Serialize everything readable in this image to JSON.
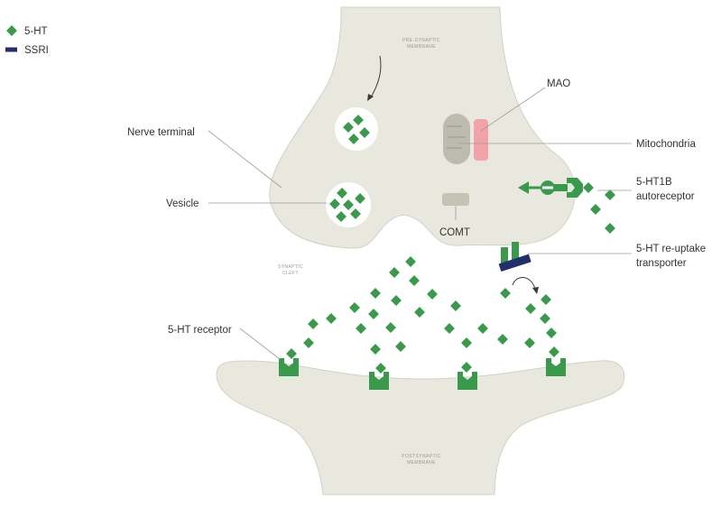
{
  "legend": {
    "serotonin": "5-HT",
    "ssri": "SSRI"
  },
  "labels": {
    "presynaptic_membrane_line1": "PRE-SYNAPTIC",
    "presynaptic_membrane_line2": "MEMBRANE",
    "nerve_terminal": "Nerve terminal",
    "vesicle": "Vesicle",
    "mao": "MAO",
    "mitochondria": "Mitochondria",
    "comt": "COMT",
    "autoreceptor_line1": "5-HT1B",
    "autoreceptor_line2": "autoreceptor",
    "transporter_line1": "5-HT re-uptake",
    "transporter_line2": "transporter",
    "synaptic_cleft_line1": "SYNAPTIC",
    "synaptic_cleft_line2": "CLEFT",
    "receptor": "5-HT receptor",
    "postsynaptic_membrane_line1": "POSTSYNAPTIC",
    "postsynaptic_membrane_line2": "MEMBRANE"
  },
  "colors": {
    "membrane_fill": "#e9e8df",
    "membrane_stroke": "#d2d1c6",
    "serotonin_green": "#3a9a4c",
    "ssri_navy": "#232e6b",
    "mao_pink": "#f2a3a8",
    "mitochondria_gray": "#bcbcae",
    "comt_gray": "#c4c4b4"
  }
}
